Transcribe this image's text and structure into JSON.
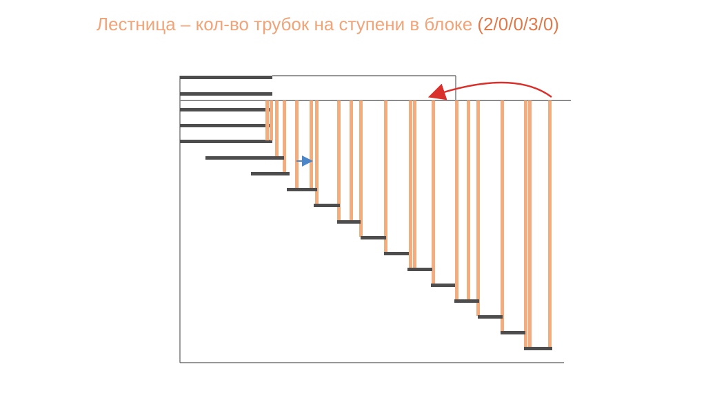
{
  "slide": {
    "title_main": "Лестница – кол-во трубок на ступени в блоке",
    "title_code": "(2/0/0/3/0)"
  },
  "colors": {
    "title": "#F0A478",
    "title_code": "#E07A4A",
    "tube": "#F2AC7E",
    "step": "#4D4D4D",
    "frame": "#595959",
    "arrow_red": "#D9302C",
    "arrow_blue": "#4A86C8"
  },
  "icons": {
    "shift_arrow": "curved-arrow-left",
    "direction_arrow": "arrow-right"
  }
}
